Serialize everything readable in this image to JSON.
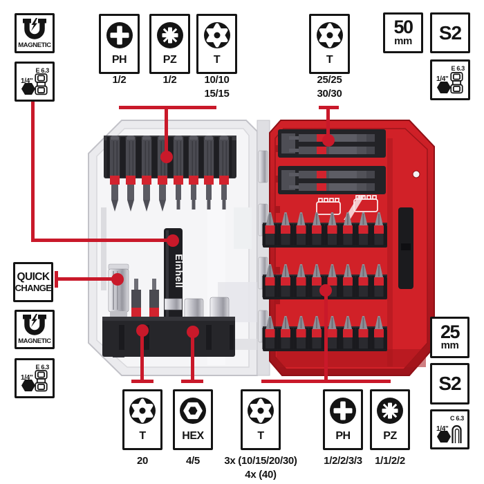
{
  "colors": {
    "callout_red": "#c9192a",
    "case_red": "#d12128",
    "case_red_dark": "#9e141b",
    "band_red": "#d2232e",
    "holder_black": "#232327"
  },
  "brand": {
    "holder_text": "Einhell"
  },
  "badges": {
    "magnetic_top": "MAGNETIC",
    "magnetic_left": "MAGNETIC",
    "quick_change": {
      "line1": "QUICK",
      "line2": "CHANGE"
    },
    "adapter_e_top_left": {
      "standard": "E 6.3",
      "drive": "1/4\""
    },
    "adapter_e_top_right": {
      "standard": "E 6.3",
      "drive": "1/4\""
    },
    "adapter_e_bottom_left": {
      "standard": "E 6.3",
      "drive": "1/4\""
    },
    "adapter_c_bottom_right": {
      "standard": "C 6.3",
      "drive": "1/4\""
    },
    "length_50": {
      "value": "50",
      "unit": "mm"
    },
    "length_25": {
      "value": "25",
      "unit": "mm"
    },
    "steel_top": "S2",
    "steel_right": "S2"
  },
  "bit_types_top": [
    {
      "label": "PH",
      "sizes_line1": "1/2",
      "sizes_line2": ""
    },
    {
      "label": "PZ",
      "sizes_line1": "1/2",
      "sizes_line2": ""
    },
    {
      "label": "T",
      "sizes_line1": "10/10",
      "sizes_line2": "15/15"
    },
    {
      "label": "T",
      "sizes_line1": "25/25",
      "sizes_line2": "30/30"
    }
  ],
  "bit_types_bottom": [
    {
      "label": "T",
      "sizes_line1": "20",
      "sizes_line2": ""
    },
    {
      "label": "HEX",
      "sizes_line1": "4/5",
      "sizes_line2": ""
    },
    {
      "label": "T",
      "sizes_line1": "3x (10/15/20/30)",
      "sizes_line2": "4x (40)"
    },
    {
      "label": "PH",
      "sizes_line1": "1/2/2/3/3",
      "sizes_line2": ""
    },
    {
      "label": "PZ",
      "sizes_line1": "1/1/2/2",
      "sizes_line2": ""
    }
  ]
}
